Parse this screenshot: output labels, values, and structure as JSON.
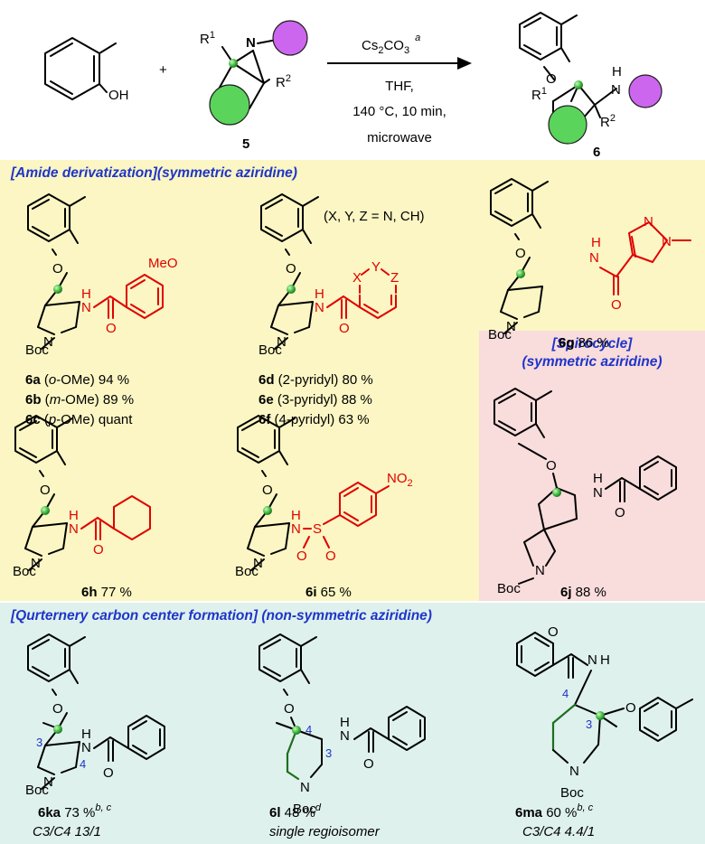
{
  "colors": {
    "panel_yellow": "#fbf6c3",
    "panel_pink": "#f9dcdc",
    "panel_teal": "#def1ed",
    "heading_blue": "#1f35c8",
    "red_fragment": "#e00000",
    "green_ball": "#5bd45b",
    "purple_ball": "#cc66ee"
  },
  "scheme": {
    "phenol_label": "OH",
    "plus": "+",
    "aziridine_labels": {
      "r1": "R",
      "r1_sup": "1",
      "n": "N",
      "r2": "R",
      "r2_sup": "2"
    },
    "aziridine_number": "5",
    "reagent": "Cs",
    "reagent_sub1": "2",
    "reagent_mid": "CO",
    "reagent_sub2": "3",
    "reagent_note": "a",
    "conditions": [
      "THF,",
      "140 °C, 10 min,",
      "microwave"
    ],
    "product_labels": {
      "o": "O",
      "r1": "R",
      "r1_sup": "1",
      "h": "H",
      "n": "N",
      "r2": "R",
      "r2_sup": "2"
    },
    "product_number": "6"
  },
  "sections": {
    "amide_heading": "[Amide derivatization](symmetric aziridine)",
    "spiro_heading_1": "[Spirocycle]",
    "spiro_heading_2": "(symmetric aziridine)",
    "quat_heading": "[Qurternery carbon center formation] (non-symmetric aziridine)"
  },
  "atoms": {
    "O": "O",
    "N": "N",
    "H": "H",
    "Boc": "Boc",
    "S": "S",
    "MeO": "MeO",
    "X": "X",
    "Y": "Y",
    "Z": "Z",
    "NO": "NO",
    "NO_sub": "2"
  },
  "xyz_note": "(X, Y, Z = N, CH)",
  "compounds": {
    "c6a": {
      "id": "6a",
      "pre": " (",
      "sub": "o",
      "post": "-OMe) 94 %"
    },
    "c6b": {
      "id": "6b",
      "pre": " (",
      "sub": "m",
      "post": "-OMe) 89 %"
    },
    "c6c": {
      "id": "6c",
      "pre": " (",
      "sub": "p",
      "post": "-OMe) quant"
    },
    "c6d": {
      "id": "6d",
      "text": " (2-pyridyl) 80 %"
    },
    "c6e": {
      "id": "6e",
      "text": " (3-pyridyl) 88 %"
    },
    "c6f": {
      "id": "6f",
      "text": " (4-pyridyl) 63 %"
    },
    "c6g": {
      "id": "6g",
      "text": " 86 %"
    },
    "c6h": {
      "id": "6h",
      "text": " 77 %"
    },
    "c6i": {
      "id": "6i",
      "text": " 65 %"
    },
    "c6j": {
      "id": "6j",
      "text": " 88 %"
    },
    "c6ka": {
      "id": "6ka",
      "text": " 73 %",
      "note": "b, c",
      "ratio": "C3/C4 13/1",
      "n3": "3",
      "n4": "4"
    },
    "c6l": {
      "id": "6l",
      "text": " 48 %",
      "note": "d",
      "ratio": "single regioisomer",
      "n3": "3",
      "n4": "4"
    },
    "c6ma": {
      "id": "6ma",
      "text": " 60 %",
      "note": "b, c",
      "ratio": "C3/C4 4.4/1",
      "n3": "3",
      "n4": "4"
    }
  }
}
